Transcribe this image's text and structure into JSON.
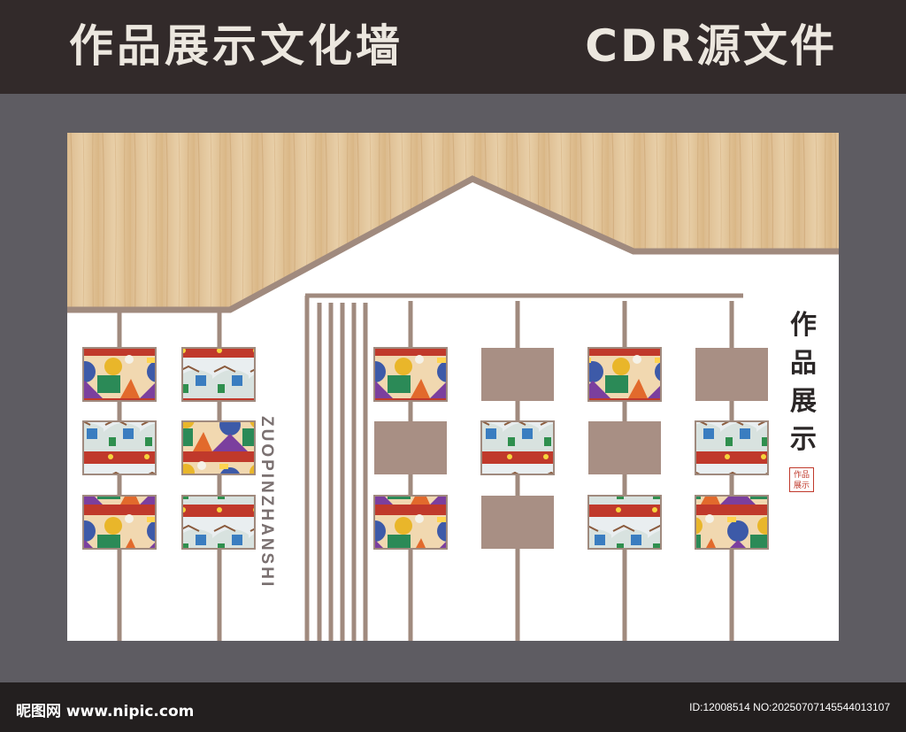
{
  "header": {
    "title_left": "作品展示文化墙",
    "title_right": "CDR源文件"
  },
  "wall": {
    "vertical_label": "ZUOPINZHANSHI",
    "side_title": "作品展示",
    "seal_text": "作品展示",
    "colors": {
      "frame": "#5e5c62",
      "header": "#322a2a",
      "wood": "#e2c49a",
      "line": "#a08a7e",
      "panel": "#a88f84",
      "wall": "#ffffff"
    }
  },
  "footer": {
    "logo": "昵图网 www.nipic.com",
    "id_text": "ID:12008514 NO:20250707145544013107"
  }
}
